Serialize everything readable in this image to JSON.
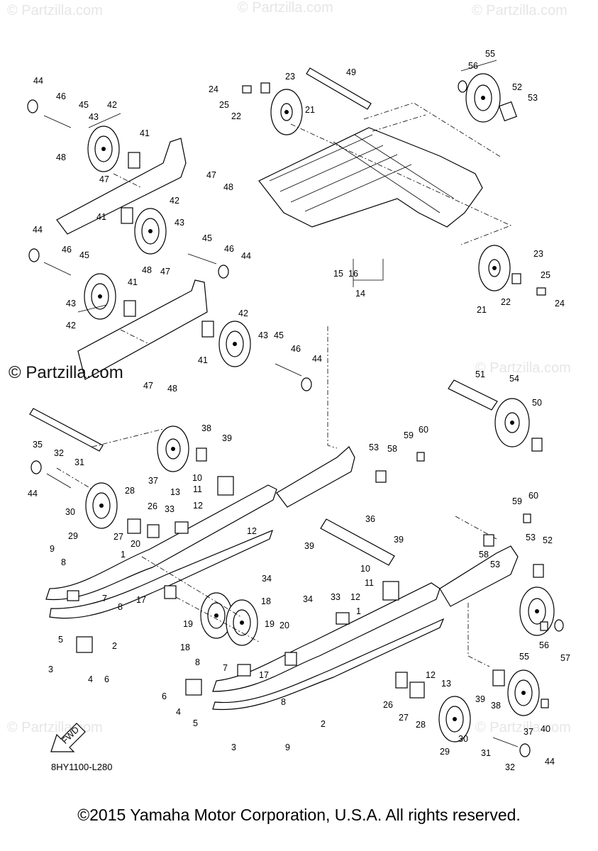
{
  "watermarks": {
    "brand_faint": "© Partzilla.com",
    "brand_main": "© Partzilla.com"
  },
  "diagram_code": "8HY1100-L280",
  "copyright": "©2015 Yamaha Motor Corporation, U.S.A. All rights reserved.",
  "fwd_label": "FWD",
  "callouts": {
    "c1": "1",
    "c2": "2",
    "c3": "3",
    "c4": "4",
    "c5": "5",
    "c6": "6",
    "c7": "7",
    "c8": "8",
    "c9": "9",
    "c10": "10",
    "c11": "11",
    "c12": "12",
    "c13": "13",
    "c14": "14",
    "c15": "15",
    "c16": "16",
    "c17": "17",
    "c18": "18",
    "c19": "19",
    "c20": "20",
    "c21": "21",
    "c22": "22",
    "c23": "23",
    "c24": "24",
    "c25": "25",
    "c26": "26",
    "c27": "27",
    "c28": "28",
    "c29": "29",
    "c30": "30",
    "c31": "31",
    "c32": "32",
    "c33": "33",
    "c34": "34",
    "c35": "35",
    "c36": "36",
    "c37": "37",
    "c38": "38",
    "c39": "39",
    "c40": "40",
    "c41": "41",
    "c42": "42",
    "c43": "43",
    "c44": "44",
    "c45": "45",
    "c46": "46",
    "c47": "47",
    "c48": "48",
    "c49": "49",
    "c50": "50",
    "c51": "51",
    "c52": "52",
    "c53": "53",
    "c54": "54",
    "c55": "55",
    "c56": "56",
    "c57": "57",
    "c58": "58",
    "c59": "59",
    "c60": "60"
  }
}
